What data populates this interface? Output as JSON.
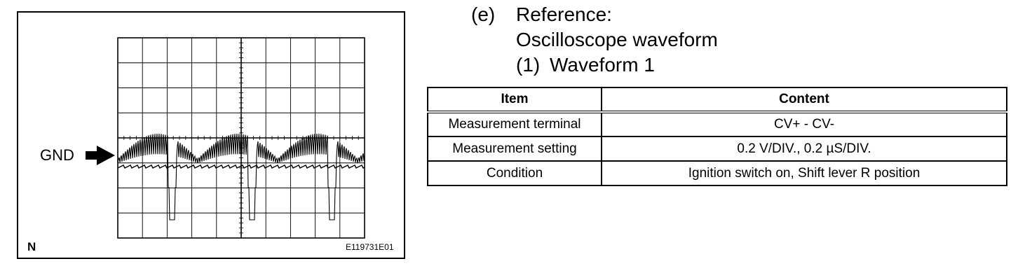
{
  "figure": {
    "gnd_label": "GND",
    "corner_label": "N",
    "figure_id": "E119731E01",
    "grid": {
      "cols": 10,
      "rows": 8
    },
    "arrow_icon": "right-arrow-icon"
  },
  "headings": {
    "marker": "(e)",
    "reference": "Reference:",
    "title": "Oscilloscope waveform",
    "sub_marker": "(1)",
    "sub_title": "Waveform 1"
  },
  "table": {
    "headers": [
      "Item",
      "Content"
    ],
    "rows": [
      [
        "Measurement terminal",
        "CV+ - CV-"
      ],
      [
        "Measurement setting",
        "0.2 V/DIV., 0.2 µS/DIV."
      ],
      [
        "Condition",
        "Ignition  switch on, Shift lever R position"
      ]
    ]
  }
}
